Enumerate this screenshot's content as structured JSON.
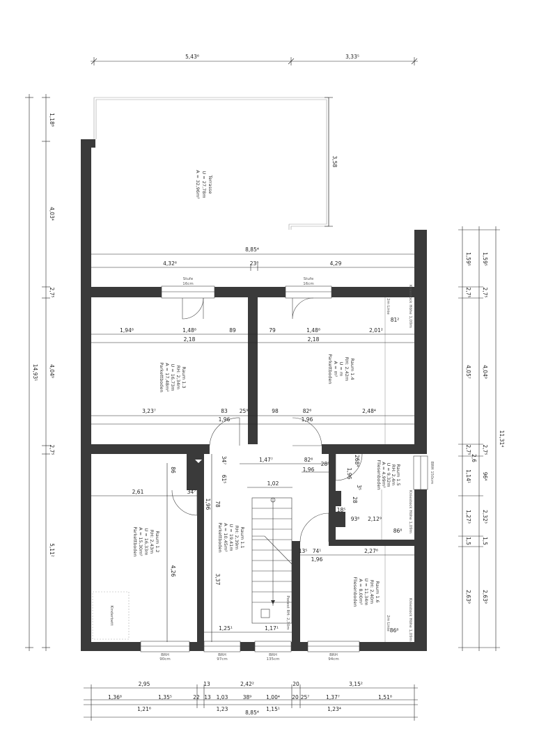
{
  "top_dims": {
    "a": "5,43⁶",
    "b": "3,33⁵"
  },
  "left_dims": {
    "a": "1,18⁶",
    "b": "4,03⁴",
    "c": "2,7⁵",
    "d": "4,04⁹",
    "e": "2,7⁵",
    "f": "5,11²",
    "total": "14,93¹"
  },
  "right_dims": {
    "c1": [
      "1,59⁵",
      "2,7⁵",
      "4,05⁷",
      "2,7⁵",
      "1,14¹",
      "1,27³",
      "1,5",
      "2,63⁹"
    ],
    "c2": [
      "1,59⁵",
      "2,7⁵",
      "4,04⁹",
      "2,7⁵",
      "96⁴",
      "2,32³",
      "1,5",
      "2,63⁹"
    ],
    "c2_extra": "2,6",
    "total": "11,31⁴"
  },
  "terrace": {
    "name": "Terrasse",
    "u": "U = 27,78m",
    "a": "A = 32,96m²",
    "depth": "3,58"
  },
  "overall": {
    "width": "8,85⁴",
    "left": "4,32⁶",
    "mid": "23⁸",
    "right": "4,29"
  },
  "stufe": [
    {
      "label": "Stufe",
      "h": "16cm"
    },
    {
      "label": "Stufe",
      "h": "16cm"
    }
  ],
  "upper": {
    "r1": [
      "1,94⁸",
      "1,48⁸",
      "89",
      "79",
      "1,48⁸",
      "2,01²"
    ],
    "r2": [
      "2,18",
      "2,18"
    ],
    "kniestock": "81²",
    "r3": [
      "3,23⁷",
      "83",
      "25⁹",
      "98",
      "82⁶",
      "2,48⁴"
    ],
    "r4": [
      "1,96",
      "1,96"
    ]
  },
  "rooms": {
    "r13": [
      "Raum 1.3",
      "RH: 2,34m",
      "U = 16,73m",
      "A = 17,48m²",
      "Parkettboden"
    ],
    "r14": [
      "Raum 1.4",
      "RH: 2,42m",
      "U = m",
      "A = m²",
      "Parkettboden"
    ],
    "r15": [
      "Raum 1.5",
      "RH: 2,4m",
      "U = 9,32m",
      "A = 4,99m²",
      "Fliesenboden"
    ],
    "r12": [
      "Raum 1.2",
      "RH: 2,43m",
      "U = 16,33m",
      "A = 15,30m²",
      "Parkettboden"
    ],
    "r11": [
      "Raum 1.1",
      "RH: 2,39m",
      "U = 19,41m",
      "A = 10,45m²",
      "Parkettboden"
    ],
    "r16": [
      "Raum 1.6",
      "RH: 2,40m",
      "U = 11,34m",
      "A = 8,00m²",
      "Fliesenboden"
    ]
  },
  "notes": {
    "kniestock_h": "Kniestock Höhe 1,09m",
    "two_m_linie": "2m Linie",
    "podest": "Podest RH: 2,30m",
    "kinderbett": "Kinderbett",
    "brh": "BRH",
    "brh_side": "BRH 150cm"
  },
  "mid": {
    "d1": "1,47⁷",
    "d2": "82⁶",
    "d3": "28⁵",
    "d4": "68⁴",
    "d5": "1,96",
    "d6": "34⁷",
    "d7": "61⁵",
    "d8": "2⁷",
    "d9": "1,02",
    "d10": "34⁷",
    "d11": "78",
    "d12": "1,96",
    "d13": "3,37",
    "d14": "86",
    "d15": "2,61",
    "d16": "4,26",
    "d17": "3⁵",
    "d18": "28",
    "d19": "18⁵",
    "d20": "93⁶",
    "d21": "2,12⁹",
    "d22": "86⁸",
    "d23": "13⁵",
    "d24": "74¹",
    "d25": "1,96",
    "d26": "2,27⁶",
    "d27": "1,25¹",
    "d28": "1,17¹",
    "d29": "86⁸",
    "d30": "1,96"
  },
  "windows": [
    {
      "label": "BRH",
      "w": "90cm"
    },
    {
      "label": "BRH",
      "w": "97cm"
    },
    {
      "label": "BRH",
      "w": "135cm"
    },
    {
      "label": "BRH",
      "w": "94cm"
    }
  ],
  "bottom_dims": {
    "row1": [
      "2,95",
      "13",
      "2,42²",
      "20",
      "3,15²"
    ],
    "row2": [
      "1,36⁸",
      "1,35⁵",
      "22",
      "13",
      "1,03",
      "38⁹",
      "1,00⁴",
      "20",
      "25⁷",
      "1,37⁷",
      "1,51⁸"
    ],
    "row3": [
      "1,21⁶",
      "1,23",
      "1,23⁴"
    ],
    "row4": [
      "8,85⁴",
      "1,15¹"
    ]
  }
}
